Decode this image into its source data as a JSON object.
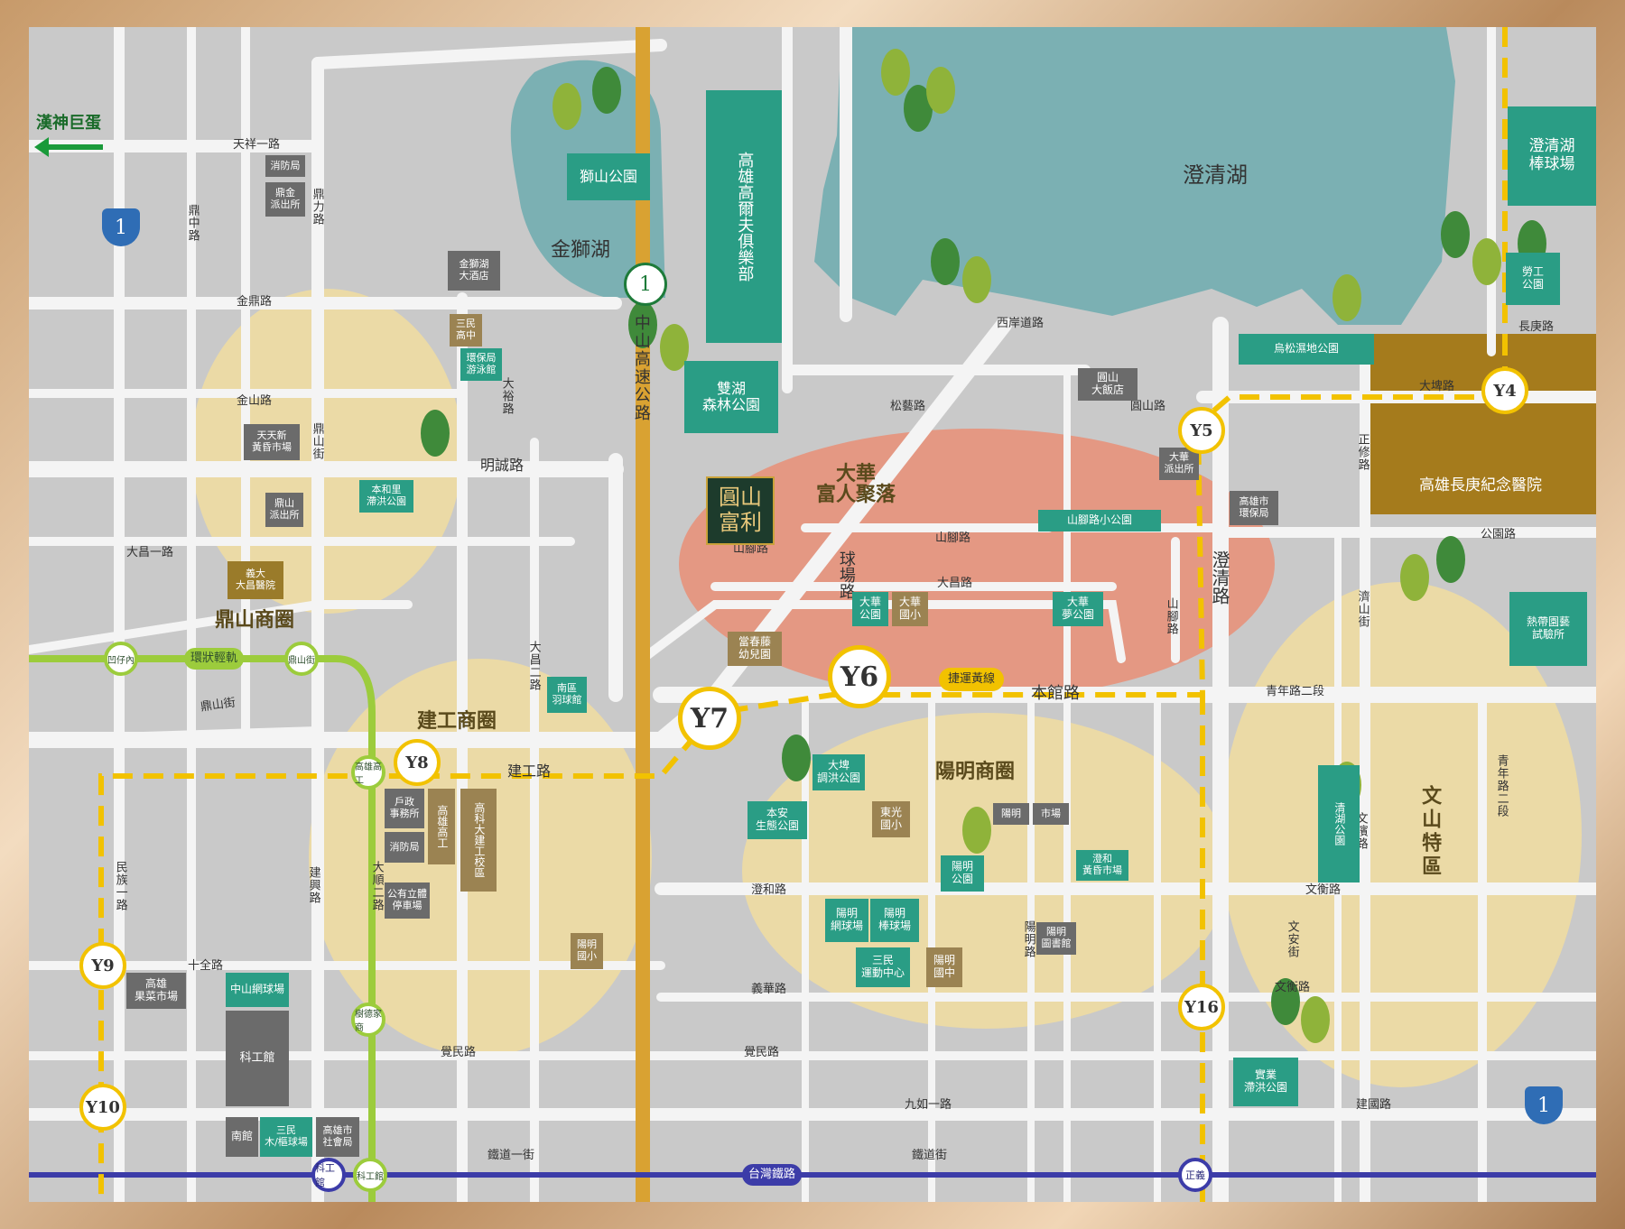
{
  "colors": {
    "frame": "#c79a6a",
    "land": "#c9c9c9",
    "road": "#f4f4f4",
    "lake": "#7bb0b3",
    "district": "#f1dda0",
    "target": "#e49883",
    "freeway": "#d9a232",
    "metro_yellow": "#f2c200",
    "light_rail": "#9ccc3c",
    "railway": "#3c3ca8",
    "park": "#2a9d85",
    "hospital": "#a57b1c"
  },
  "icons": [
    "mcdonalds-icon",
    "seven-eleven-icon",
    "starbucks-icon",
    "family-mart-icon",
    "tree-icon",
    "baseball-field-icon",
    "hospital-building-icon",
    "golf-flag-icon",
    "cyclist-icon",
    "ambulance-icon"
  ],
  "highway_shield": "1",
  "compass": {
    "hanshin_label": "漢神巨蛋"
  },
  "roads": {
    "tianxiang1": "天祥一路",
    "jinding": "金鼎路",
    "jinshan": "金山路",
    "mingcheng": "明誠路",
    "dachang1": "大昌一路",
    "dingshan_st": "鼎山街",
    "jiangong": "建工路",
    "shiquan": "十全路",
    "jueming": "覺民路",
    "railway1": "鐵道一街",
    "railway": "鐵道街",
    "xian": "西岸道路",
    "songyi": "松藝路",
    "yuanshan": "圓山路",
    "shanlu": "山腳路",
    "dachang": "大昌路",
    "qiuchang": "球場路",
    "benguan": "本館路",
    "chengqing": "澄清路",
    "changgeng": "長庚路",
    "dapi": "大埤路",
    "gongyuan": "公園路",
    "qingnian2": "青年路二段",
    "wenheng": "文衡路",
    "yihua": "義華路",
    "chenghe": "澄和路",
    "jiuru1": "九如一路",
    "jianguo": "建國路",
    "wenheng2": "文衡路",
    "dingzhong": "鼎中路",
    "dingli": "鼎力路",
    "dayu": "大裕路",
    "dashun2": "大順二路",
    "jianxing": "建興路",
    "minzu": "民族一路",
    "dachang2": "大昌二路",
    "zhengxiu": "正修路",
    "jishan": "濟山街",
    "qingnian_side": "青年路二段",
    "freeway": "中山高速公路",
    "yangming_rd": "陽明路",
    "wenan": "文安街",
    "wenji": "文濱路",
    "shanjiao": "山腳路"
  },
  "districts": {
    "dingshan": "鼎山商圈",
    "jiangong": "建工商圈",
    "yangming": "陽明商圈",
    "wenshan": "文山特區",
    "dahua": "大華\n富人聚落"
  },
  "lakes": {
    "chengqing": "澄清湖",
    "jinshi": "金獅湖"
  },
  "target": {
    "line1": "圓山",
    "line2": "富利"
  },
  "places": {
    "shishan_park": "獅山公園",
    "golf_club": "高雄高爾夫俱樂部",
    "shuanghu_park": "雙湖\n森林公園",
    "chengqing_baseball": "澄清湖\n棒球場",
    "laogong_park": "勞工\n公園",
    "wusong_park": "烏松濕地公園",
    "grand_hotel": "圓山\n大飯店",
    "changgung": "高雄長庚紀念醫院",
    "dahua_park": "大華\n公園",
    "dahua_school": "大華\n國小",
    "dream_park": "大華\n夢公園",
    "shanjiao_park": "山腳路小公園",
    "kindergarten": "當春藤\n幼兒園",
    "fire_dept": "消防局",
    "jinding_police": "鼎金\n派出所",
    "jinshihu_hotel": "金獅湖\n大酒店",
    "sanmin_hs": "三民\n高中",
    "env_pool": "環保局\n游泳館",
    "tiantian_market": "天天新\n黃昏市場",
    "benhe_park": "本和里\n滯洪公園",
    "dingshan_police": "鼎山\n派出所",
    "yida_hospital": "義大\n大昌醫院",
    "south_badminton": "南區\n羽球館",
    "household_office": "戶政\n事務所",
    "kaohsiung_ind": "高雄高工",
    "kuai_campus": "高科大建工校區",
    "fire_dept2": "消防局",
    "parking": "公有立體\n停車場",
    "yangming_elem": "陽明\n國小",
    "fruit_market": "高雄\n果菜市場",
    "zhongshan_tennis": "中山網球場",
    "science_museum": "科工館",
    "south_hall": "南館",
    "sanmin_softball": "三民\n木/樞球場",
    "social_bureau": "高雄市\n社會局",
    "dapi_park": "大埤\n調洪公園",
    "benan_park": "本安\n生態公園",
    "dongguang": "東光\n國小",
    "yangming_market1": "陽明",
    "yangming_market2": "市場",
    "yangming_park": "陽明\n公園",
    "chenghe_market": "澄和\n黃昏市場",
    "yangming_tennis": "陽明\n網球場",
    "yangming_baseball": "陽明\n棒球場",
    "sanmin_sports": "三民\n運動中心",
    "yangming_jhs": "陽明\n國中",
    "yangming_library": "陽明\n圖書館",
    "dahua_police": "大華\n派出所",
    "env_bureau": "高雄市\n環保局",
    "tropical": "熱帶園藝\n試驗所",
    "qinghu_park": "清湖公園",
    "shiye_park": "實業\n滯洪公園"
  },
  "metro": {
    "yellow_line": "捷運黃線",
    "stations": [
      "Y4",
      "Y5",
      "Y6",
      "Y7",
      "Y8",
      "Y9",
      "Y10",
      "Y16"
    ]
  },
  "light_rail": {
    "label": "環狀輕軌",
    "stations": [
      "凹仔內",
      "鼎山街",
      "高雄高工",
      "樹德家商",
      "科工館"
    ]
  },
  "railway": {
    "label": "台灣鐵路",
    "stations": [
      "科工館",
      "正義"
    ]
  }
}
